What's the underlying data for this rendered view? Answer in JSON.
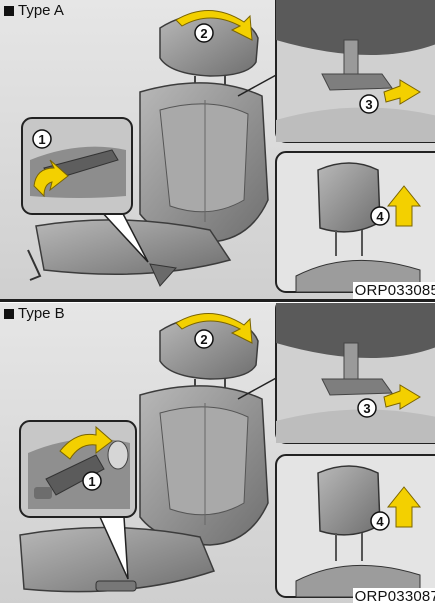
{
  "panels": {
    "a": {
      "title": "Type A",
      "code": "ORP033085"
    },
    "b": {
      "title": "Type B",
      "code": "ORP033087"
    }
  },
  "steps": [
    "1",
    "2",
    "3",
    "4"
  ],
  "colors": {
    "arrow": "#f3d000",
    "panel_bg": "#d6d6d6",
    "seat": "#8a8a8a"
  },
  "icons": {
    "bullet": "black-square-icon"
  }
}
